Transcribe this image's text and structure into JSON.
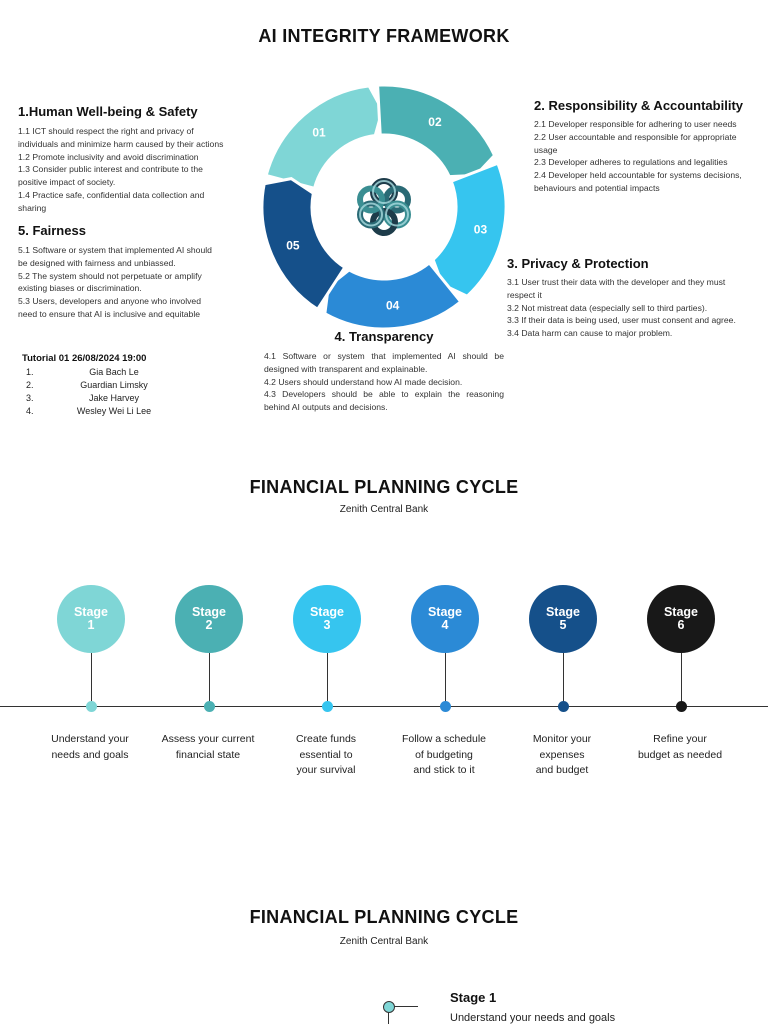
{
  "framework": {
    "title": "AI INTEGRITY FRAMEWORK",
    "ring_labels": [
      "01",
      "02",
      "03",
      "04",
      "05"
    ],
    "colors": [
      "#7fd6d6",
      "#4bb0b3",
      "#36c5ef",
      "#2b8ad6",
      "#15508a"
    ],
    "sections": {
      "s1": {
        "title": "1.Human Well-being & Safety",
        "lines": [
          "1.1 ICT should respect the right and privacy of",
          "individuals and minimize harm caused by their actions",
          "1.2 Promote inclusivity and avoid discrimination",
          "1.3 Consider public interest and contribute to the",
          "positive impact of society.",
          "1.4 Practice safe, confidential data collection and",
          "sharing"
        ]
      },
      "s2": {
        "title": "2. Responsibility & Accountability",
        "lines": [
          "2.1  Developer responsible for adhering to user needs",
          "2.2 User accountable and responsible for appropriate",
          "usage",
          "2.3 Developer adheres to regulations and legalities",
          "2.4 Developer held accountable for systems decisions,",
          "behaviours and potential impacts"
        ]
      },
      "s3": {
        "title": "3. Privacy & Protection",
        "lines": [
          "3.1  User trust their data with the developer and they must",
          "respect it",
          "3.2 Not mistreat data (especially sell to third parties).",
          "3.3 If their data is being used, user must consent and agree.",
          "3.4 Data harm can cause to major problem."
        ]
      },
      "s4": {
        "title": "4. Transparency",
        "lines": [
          "4.1 Software or system that implemented AI should be",
          "designed with transparent and explainable.",
          "4.2 Users should understand how AI made decision.",
          "4.3 Developers should be able to explain the reasoning",
          "behind AI outputs and decisions."
        ]
      },
      "s5": {
        "title": "5. Fairness",
        "lines": [
          "5.1 Software or system that implemented AI should",
          "be designed with fairness and unbiassed.",
          "5.2 The system should not perpetuate or amplify",
          "existing biases or discrimination.",
          "5.3 Users, developers and anyone who involved",
          "need to ensure that AI is inclusive and equitable"
        ]
      }
    },
    "tutorial": {
      "title": "Tutorial 01 26/08/2024 19:00",
      "members": [
        {
          "num": "1.",
          "name": "Gia Bach Le"
        },
        {
          "num": "2.",
          "name": "Guardian Limsky"
        },
        {
          "num": "3.",
          "name": "Jake Harvey"
        },
        {
          "num": "4.",
          "name": "Wesley Wei Li Lee"
        }
      ]
    }
  },
  "cycle": {
    "title": "FINANCIAL PLANNING CYCLE",
    "subtitle": "Zenith Central Bank",
    "stages": [
      {
        "label": "Stage 1",
        "line1": "Stage",
        "line2": "1",
        "color": "#7fd6d6",
        "desc1": "Understand your",
        "desc2": "needs and goals",
        "desc3": ""
      },
      {
        "label": "Stage 2",
        "line1": "Stage",
        "line2": "2",
        "color": "#4bb0b3",
        "desc1": "Assess your current",
        "desc2": "financial state",
        "desc3": ""
      },
      {
        "label": "Stage 3",
        "line1": "Stage",
        "line2": "3",
        "color": "#36c5ef",
        "desc1": "Create funds",
        "desc2": "essential to",
        "desc3": "your survival"
      },
      {
        "label": "Stage 4",
        "line1": "Stage",
        "line2": "4",
        "color": "#2b8ad6",
        "desc1": "Follow a schedule",
        "desc2": "of budgeting",
        "desc3": "and stick to it"
      },
      {
        "label": "Stage 5",
        "line1": "Stage",
        "line2": "5",
        "color": "#15508a",
        "desc1": "Monitor your",
        "desc2": "expenses",
        "desc3": "and budget"
      },
      {
        "label": "Stage 6",
        "line1": "Stage",
        "line2": "6",
        "color": "#181818",
        "desc1": "Refine your",
        "desc2": "budget as needed",
        "desc3": ""
      }
    ]
  },
  "cycle2": {
    "title": "FINANCIAL PLANNING CYCLE",
    "subtitle": "Zenith Central Bank",
    "stage_title": "Stage 1",
    "stage_desc": "Understand your needs and goals",
    "dot_color": "#7fd6d6"
  }
}
